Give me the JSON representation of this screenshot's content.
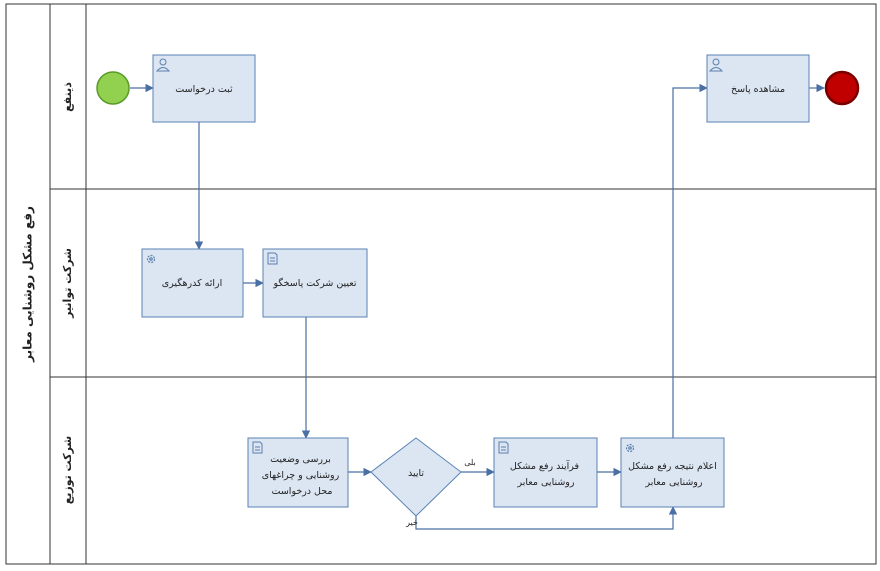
{
  "pool": {
    "title": "رفع مشکل روشنایی معابر"
  },
  "lanes": [
    {
      "id": "beneficiary",
      "label": "ذینفع"
    },
    {
      "id": "tavanir",
      "label": "شرکت توانیر"
    },
    {
      "id": "distribution",
      "label": "شرکت توزیع"
    }
  ],
  "tasks": {
    "register": {
      "lines": [
        "ثبت درخواست"
      ],
      "type": "user",
      "icon": "user-icon"
    },
    "view_response": {
      "lines": [
        "مشاهده پاسخ"
      ],
      "type": "user",
      "icon": "user-icon"
    },
    "provide_code": {
      "lines": [
        "ارائه کدرهگیری"
      ],
      "type": "service",
      "icon": "gear-icon"
    },
    "assign_company": {
      "lines": [
        "تعیین شرکت پاسخگو"
      ],
      "type": "script",
      "icon": "document-icon"
    },
    "review_status": {
      "lines": [
        "بررسی وضعیت",
        "روشنایی و چراغهای",
        "محل درخواست"
      ],
      "type": "script",
      "icon": "document-icon"
    },
    "fix_process": {
      "lines": [
        "فرآیند رفع مشکل",
        "روشنایی معابر"
      ],
      "type": "script",
      "icon": "document-icon"
    },
    "announce_result": {
      "lines": [
        "اعلام نتیجه رفع مشکل",
        "روشنایی معابر"
      ],
      "type": "service",
      "icon": "gear-icon"
    }
  },
  "gateway": {
    "label": "تایید"
  },
  "flow_labels": {
    "yes": "بلی",
    "no": "خیر"
  },
  "colors": {
    "start_fill": "#92d050",
    "start_stroke": "#5a9a2a",
    "end_fill": "#c00000",
    "end_stroke": "#7a0000",
    "task_fill": "#dce6f2",
    "task_stroke": "#5b82b4",
    "flow": "#4a6fa5"
  }
}
